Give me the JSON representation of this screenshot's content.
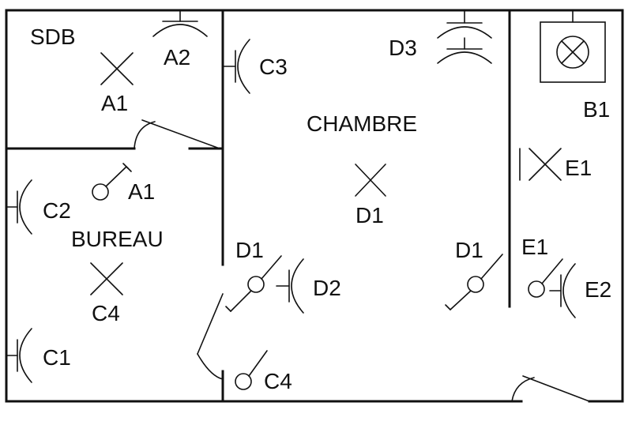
{
  "rooms": {
    "sdb": "SDB",
    "chambre": "CHAMBRE",
    "bureau": "BUREAU"
  },
  "labels": {
    "a2": "A2",
    "a1_sdb": "A1",
    "c3": "C3",
    "d3": "D3",
    "b1": "B1",
    "a1_bureau": "A1",
    "c2": "C2",
    "d1_light": "D1",
    "e1_light": "E1",
    "d1_switch_left": "D1",
    "d1_switch_right": "D1",
    "e1_switch": "E1",
    "d2": "D2",
    "e2": "E2",
    "c4_light": "C4",
    "c1": "C1",
    "c4_switch": "C4"
  },
  "colors": {
    "ink": "#111111",
    "background": "#ffffff"
  }
}
